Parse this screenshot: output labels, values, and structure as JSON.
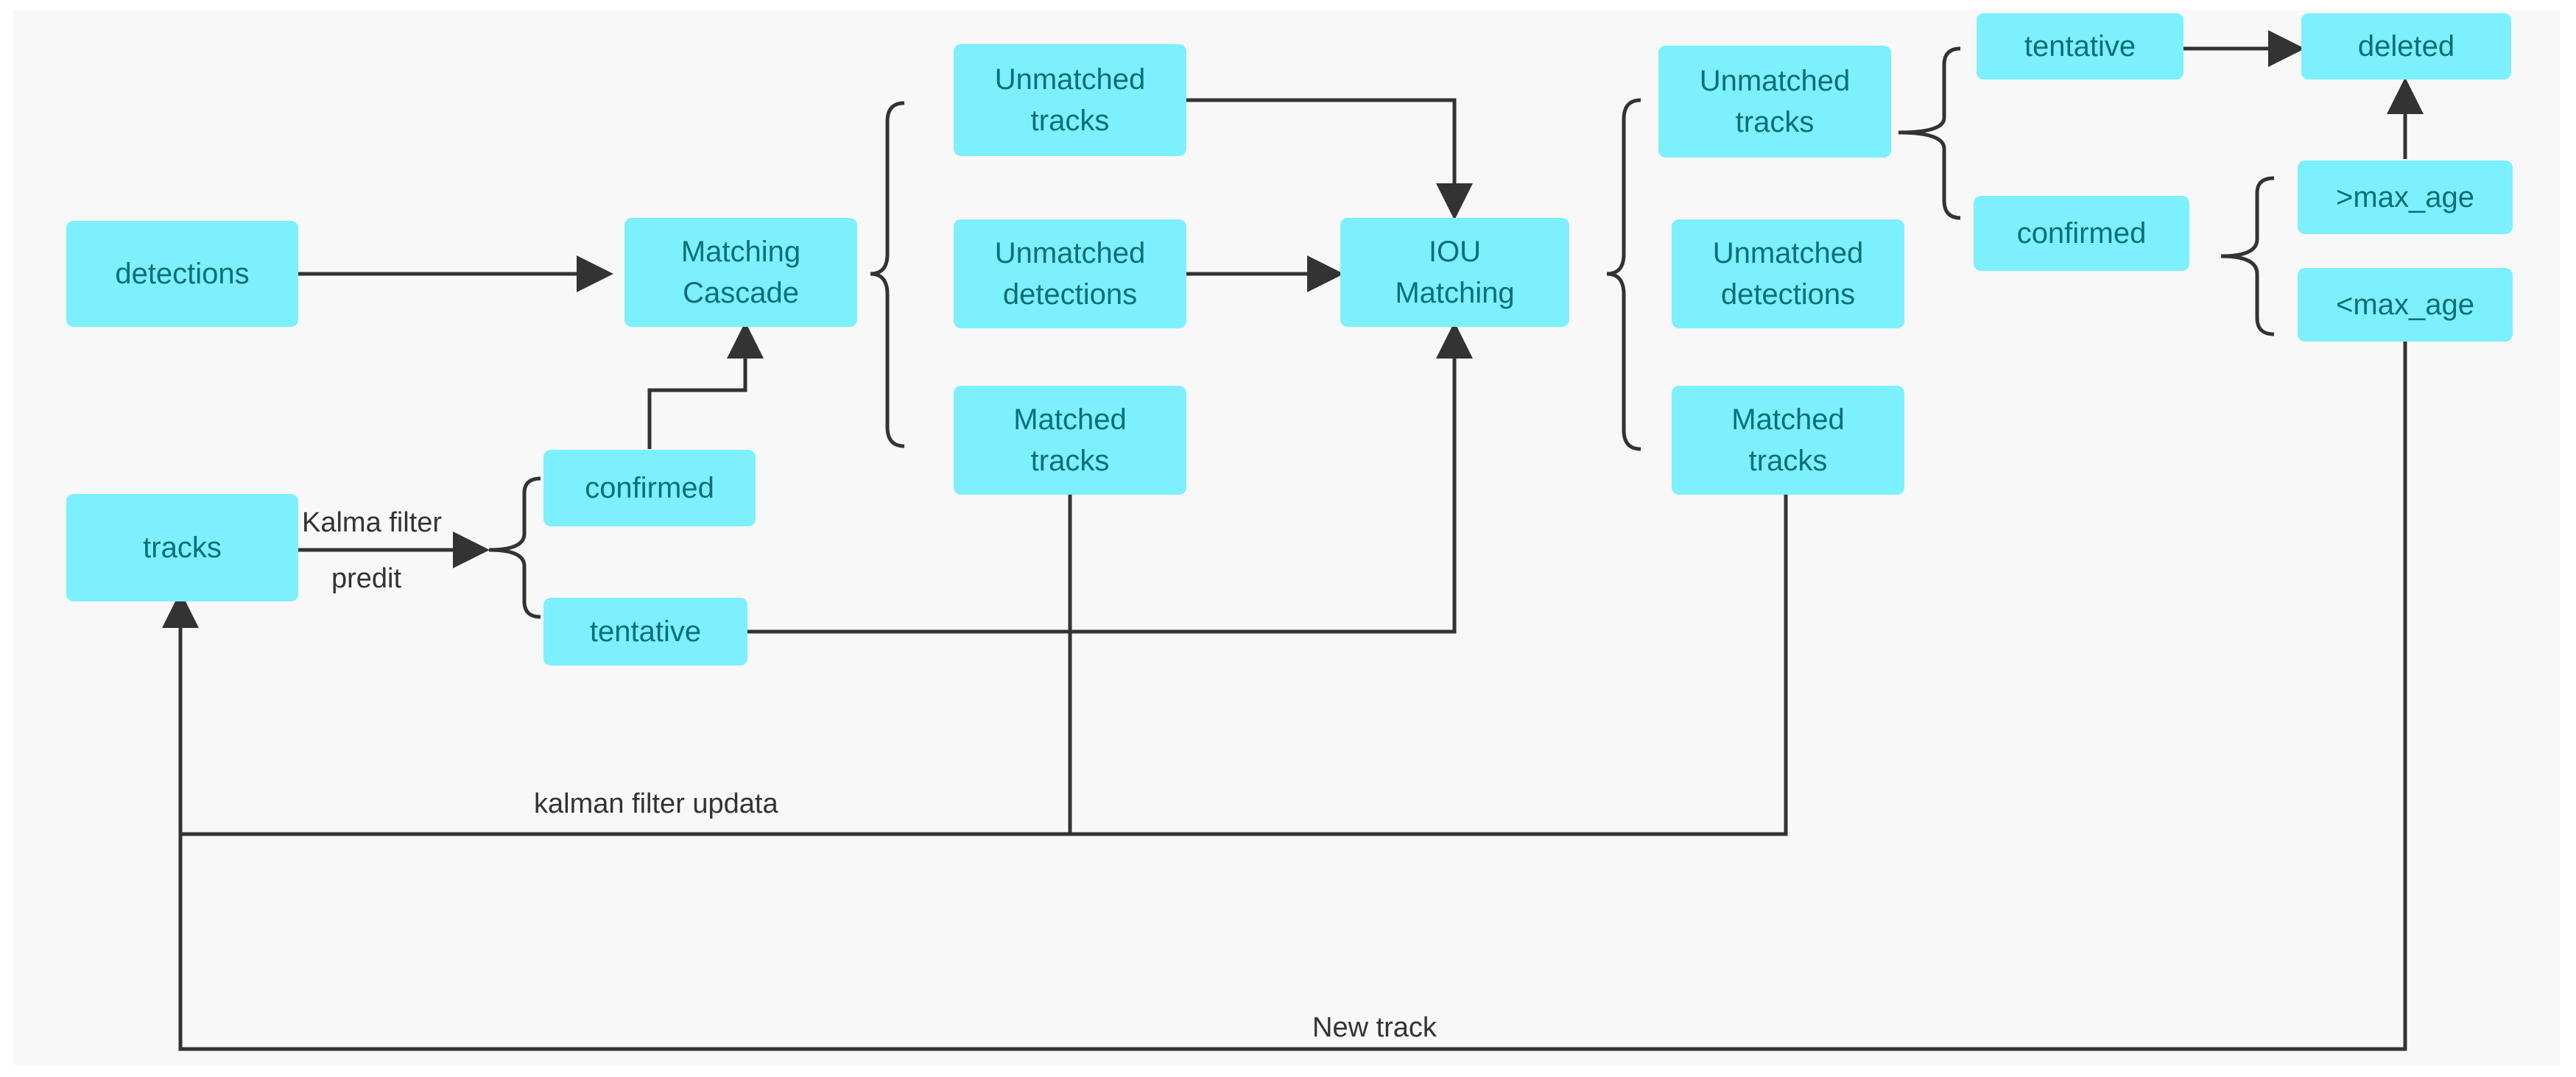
{
  "colors": {
    "node_fill": "#7cf0fc",
    "node_text": "#0b6f78",
    "connector": "#333333",
    "canvas": "#f8f8f8"
  },
  "nodes": {
    "detections": "detections",
    "tracks": "tracks",
    "matching_cascade": "Matching\nCascade",
    "confirmed_1": "confirmed",
    "tentative_1": "tentative",
    "unmatched_tracks_1": "Unmatched\ntracks",
    "unmatched_detections_1": "Unmatched\ndetections",
    "matched_tracks_1": "Matched\ntracks",
    "iou_matching": "IOU\nMatching",
    "unmatched_tracks_2": "Unmatched\ntracks",
    "unmatched_detections_2": "Unmatched\ndetections",
    "matched_tracks_2": "Matched\ntracks",
    "tentative_2": "tentative",
    "confirmed_2": "confirmed",
    "deleted": "deleted",
    "gt_max_age": ">max_age",
    "lt_max_age": "<max_age"
  },
  "edge_labels": {
    "kalma_filter": "Kalma filter",
    "predit": "predit",
    "kalman_filter_update": "kalman filter updata",
    "new_track": "New track"
  }
}
